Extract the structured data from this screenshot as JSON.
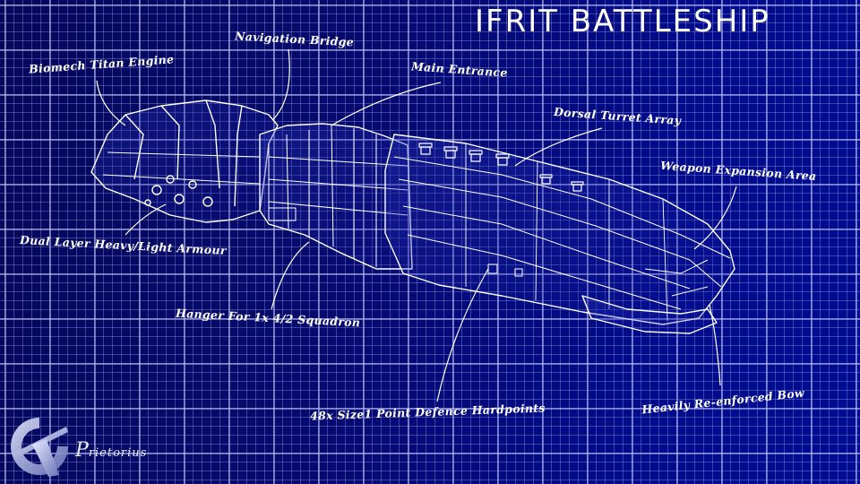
{
  "title": "IFRIT BATTLESHIP",
  "colors": {
    "background_dark": "#05085a",
    "background_light": "#000c92",
    "grid_line": "#96a0e6",
    "ink": "#ffffff"
  },
  "callouts": [
    {
      "id": "biomech-titan-engine",
      "label": "Biomech Titan Engine"
    },
    {
      "id": "navigation-bridge",
      "label": "Navigation Bridge"
    },
    {
      "id": "main-entrance",
      "label": "Main Entrance"
    },
    {
      "id": "dorsal-turret-array",
      "label": "Dorsal Turret Array"
    },
    {
      "id": "weapon-expansion-area",
      "label": "Weapon Expansion Area"
    },
    {
      "id": "dual-layer-armour",
      "label": "Dual Layer Heavy/Light Armour"
    },
    {
      "id": "hangar",
      "label": "Hanger For 1x 4/2 Squadron"
    },
    {
      "id": "point-defence",
      "label": "48x Size1 Point Defence Hardpoints"
    },
    {
      "id": "reinforced-bow",
      "label": "Heavily Re-enforced Bow"
    }
  ],
  "signature": {
    "initial": "P",
    "rest": "rietorius"
  },
  "logo": {
    "name": "circle-t-logo"
  }
}
